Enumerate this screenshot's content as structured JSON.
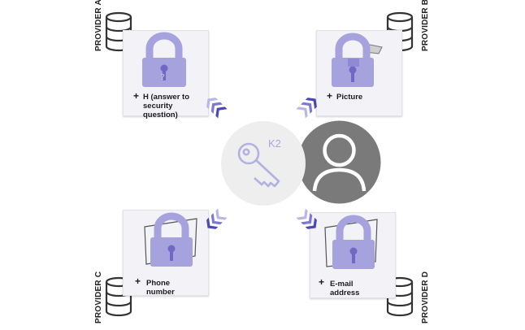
{
  "providers": {
    "a": "PROVIDER A",
    "b": "PROVIDER B",
    "c": "PROVIDER C",
    "d": "PROVIDER D"
  },
  "cards": {
    "a": {
      "plus": "+",
      "line1": "H (answer to",
      "line2": "security question)"
    },
    "b": {
      "plus": "+",
      "line1": "Picture",
      "line2": ""
    },
    "c": {
      "plus": "+",
      "line1": "Phone",
      "line2": "number"
    },
    "d": {
      "plus": "+",
      "line1": "E-mail",
      "line2": "address"
    }
  },
  "key": {
    "label": "K2"
  },
  "colors": {
    "lock": "#a6a2de",
    "lock_dark": "#6f68c4",
    "arrow_dark": "#4a46b8",
    "arrow_light": "#b9b6e6",
    "key_circle": "#eeeeee",
    "key_stroke": "#b3b0e2",
    "person_circle": "#7a7a7a",
    "database_stroke": "#333333"
  }
}
